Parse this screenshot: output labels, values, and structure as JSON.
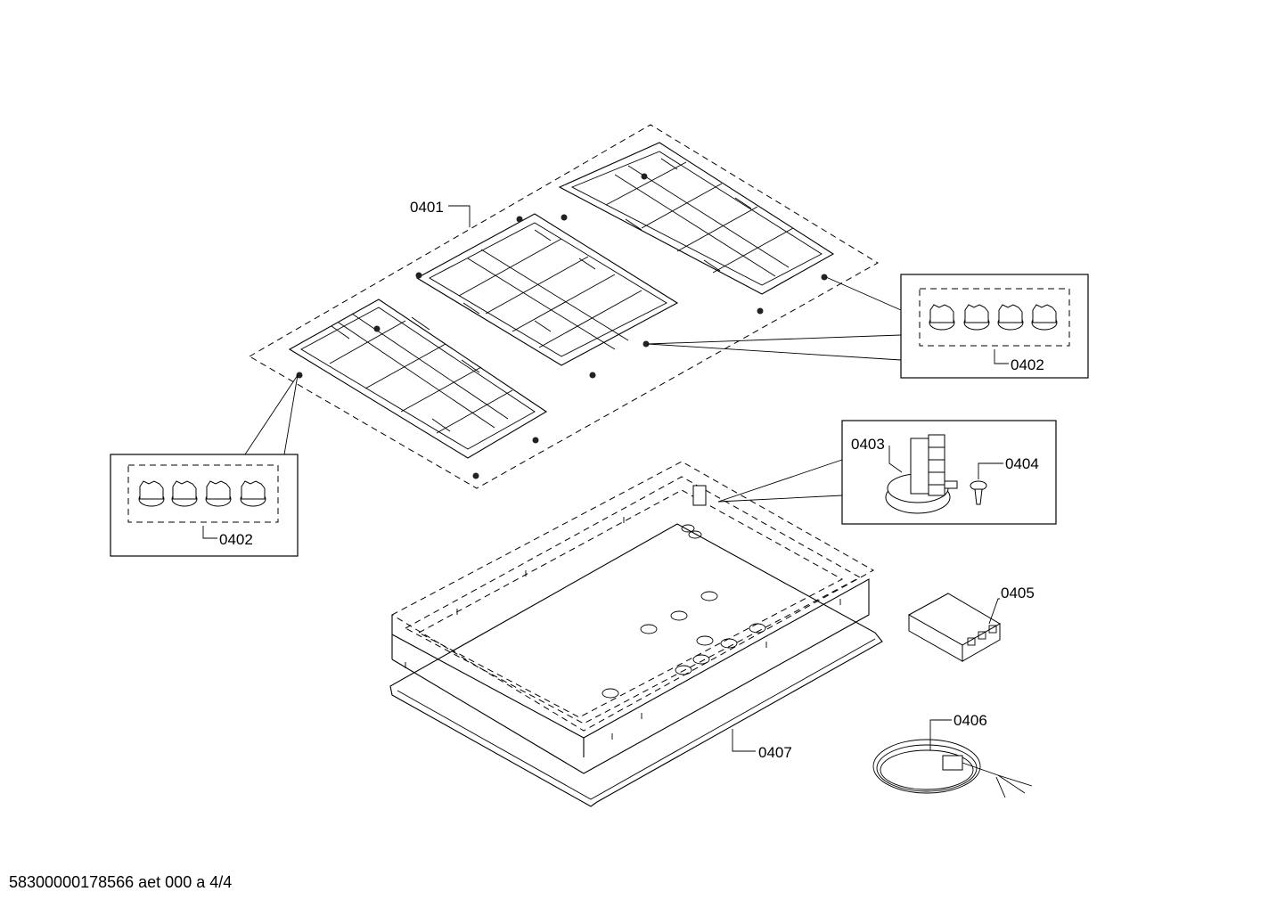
{
  "labels": {
    "grate_set": "0401",
    "foot_left": "0402",
    "foot_right": "0402",
    "ignition_module": "0403",
    "screw": "0404",
    "control_box": "0405",
    "power_cord": "0406",
    "cooktop_tray": "0407"
  },
  "footer": {
    "document_code": "58300000178566 aet 000 a 4/4"
  }
}
